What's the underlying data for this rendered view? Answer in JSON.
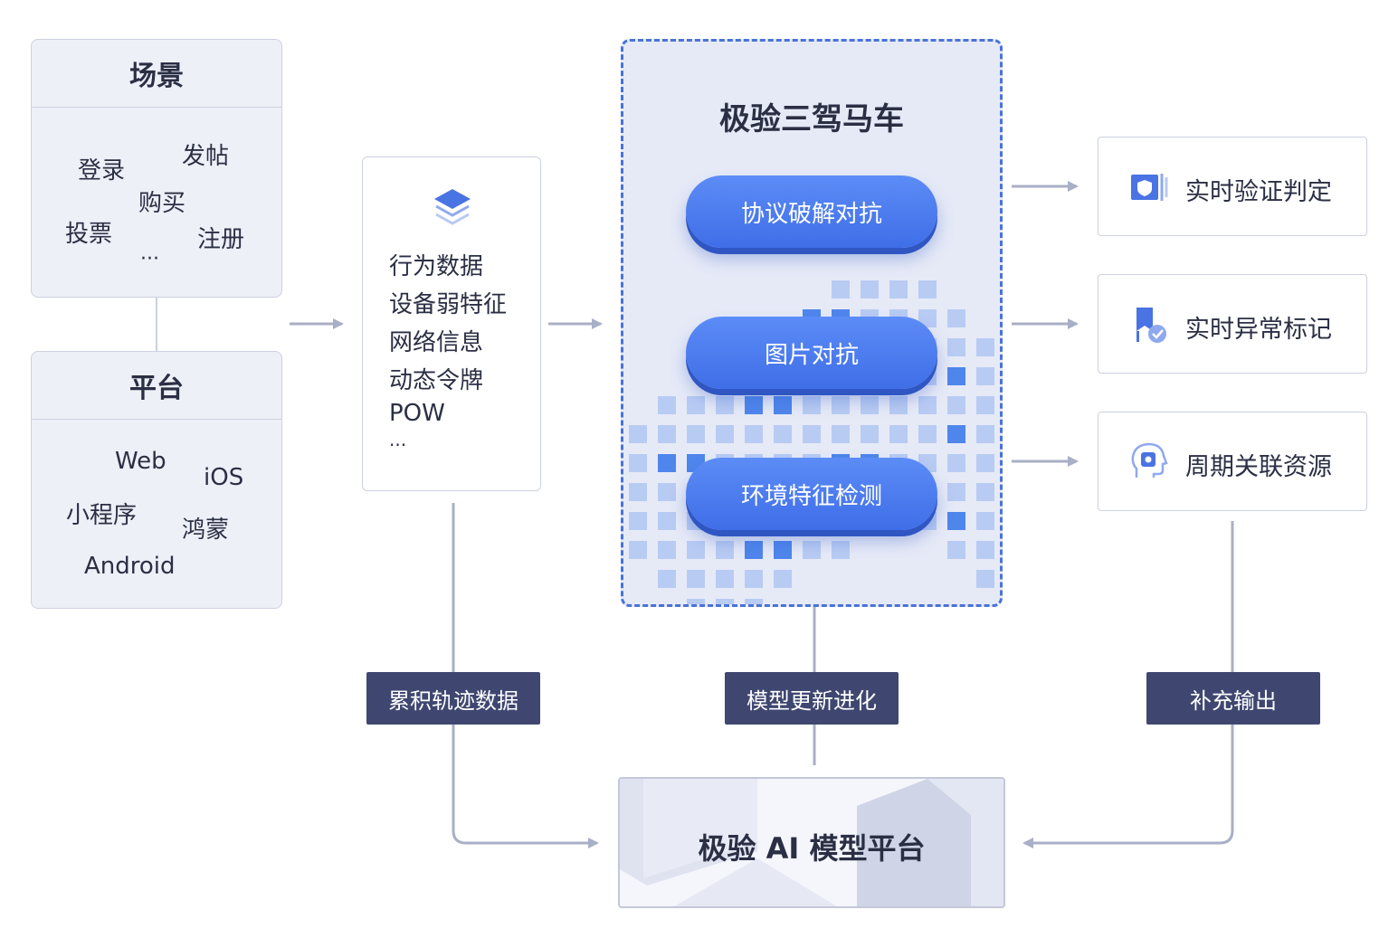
{
  "scene": {
    "title": "场景",
    "items": [
      "登录",
      "发帖",
      "购买",
      "投票",
      "注册",
      "···"
    ]
  },
  "platform_panel": {
    "title": "平台",
    "items": [
      "Web",
      "iOS",
      "小程序",
      "鸿蒙",
      "Android"
    ]
  },
  "data_box": {
    "lines": [
      "行为数据",
      "设备弱特征",
      "网络信息",
      "动态令牌",
      "POW",
      "···"
    ],
    "icon": "layers-icon"
  },
  "core": {
    "title": "极验三驾马车",
    "pills": [
      "协议破解对抗",
      "图片对抗",
      "环境特征检测"
    ]
  },
  "outputs": [
    {
      "label": "实时验证判定",
      "icon": "verify-shield-icon"
    },
    {
      "label": "实时异常标记",
      "icon": "flag-check-icon"
    },
    {
      "label": "周期关联资源",
      "icon": "ai-head-chip-icon"
    }
  ],
  "tags": {
    "left": "累积轨迹数据",
    "middle": "模型更新进化",
    "right": "补充输出"
  },
  "ai_platform": {
    "label": "极验 AI 模型平台"
  },
  "colors": {
    "accent_blue": "#3f6ee8",
    "dark_tag": "#3f4770",
    "panel_bg": "#eef0f8",
    "connector": "#a9afc6"
  }
}
